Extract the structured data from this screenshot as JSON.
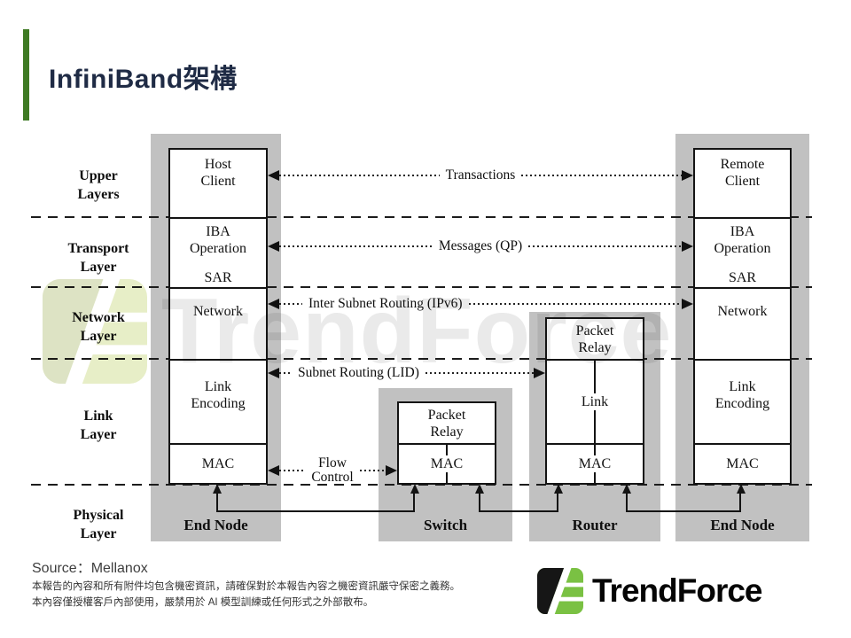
{
  "title": "InfiniBand架構",
  "watermark_text": "TrendForce",
  "diagram": {
    "layer_labels": [
      {
        "line1": "Upper",
        "line2": "Layers"
      },
      {
        "line1": "Transport",
        "line2": "Layer"
      },
      {
        "line1": "Network",
        "line2": "Layer"
      },
      {
        "line1": "Link",
        "line2": "Layer"
      },
      {
        "line1": "Physical",
        "line2": "Layer"
      }
    ],
    "left_node": {
      "client_line1": "Host",
      "client_line2": "Client",
      "iba_line1": "IBA",
      "iba_line2": "Operation",
      "sar": "SAR",
      "network": "Network",
      "link_line1": "Link",
      "link_line2": "Encoding",
      "mac": "MAC",
      "caption": "End Node"
    },
    "right_node": {
      "client_line1": "Remote",
      "client_line2": "Client",
      "iba_line1": "IBA",
      "iba_line2": "Operation",
      "sar": "SAR",
      "network": "Network",
      "link_line1": "Link",
      "link_line2": "Encoding",
      "mac": "MAC",
      "caption": "End Node"
    },
    "switch_node": {
      "relay_line1": "Packet",
      "relay_line2": "Relay",
      "mac": "MAC",
      "caption": "Switch"
    },
    "router_node": {
      "relay_line1": "Packet",
      "relay_line2": "Relay",
      "link": "Link",
      "mac": "MAC",
      "caption": "Router"
    },
    "arrows": {
      "transactions": "Transactions",
      "messages": "Messages (QP)",
      "inter_subnet": "Inter Subnet Routing (IPv6)",
      "subnet": "Subnet Routing (LID)",
      "flow_line1": "Flow",
      "flow_line2": "Control"
    }
  },
  "footer": {
    "source": "Source：Mellanox",
    "disclaimer_line1": "本報告的內容和所有附件均包含機密資訊，請確保對於本報告內容之機密資訊嚴守保密之義務。",
    "disclaimer_line2": "本內容僅授權客戶內部使用，嚴禁用於 AI 模型訓練或任何形式之外部散布。",
    "logo_text": "TrendForce"
  },
  "colors": {
    "accent_green": "#3e7a23",
    "title_navy": "#1f2b45",
    "diagram_gray": "#c1c1c1",
    "logo_green": "#7ac143"
  }
}
